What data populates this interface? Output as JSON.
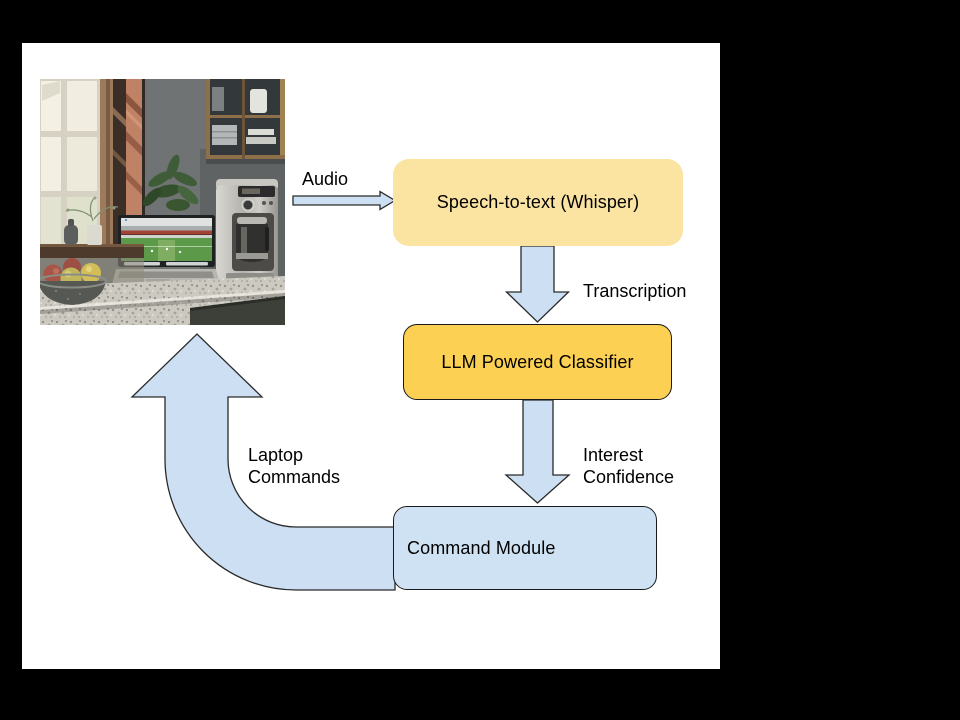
{
  "slide": {
    "stage_bg": "#000000",
    "slide_bg": "#ffffff"
  },
  "nodes": {
    "speech": {
      "label": "Speech-to-text (Whisper)",
      "fill": "#fbe3a2"
    },
    "llm": {
      "label": "LLM Powered Classifier",
      "fill": "#fcd052"
    },
    "command": {
      "label": "Command Module",
      "fill": "#cfe2f3"
    }
  },
  "labels": {
    "audio": "Audio",
    "transcription": "Transcription",
    "interest_line1": "Interest",
    "interest_line2": "Confidence",
    "feedback_line1": "Laptop",
    "feedback_line2": "Commands"
  },
  "colors": {
    "arrow_fill": "#cddff2",
    "arrow_stroke": "#2a2a2a",
    "node_border": "#1a1a1a",
    "text": "#000000"
  },
  "photo": {
    "name": "kitchen-countertop-with-laptop-photo"
  }
}
